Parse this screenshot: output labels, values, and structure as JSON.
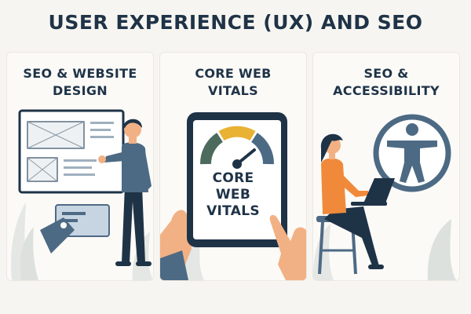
{
  "page": {
    "title": "USER EXPERIENCE (UX) AND SEO"
  },
  "panels": [
    {
      "title_lines": [
        "SEO & WEBSITE",
        "DESIGN"
      ]
    },
    {
      "title_lines": [
        "CORE WEB",
        "VITALS"
      ],
      "screen_text_lines": [
        "CORE",
        "WEB",
        "VITALS"
      ]
    },
    {
      "title_lines": [
        "SEO &",
        "ACCESSIBILITY"
      ]
    }
  ],
  "colors": {
    "navy": "#1f3347",
    "blue_gray": "#4d6a84",
    "light_blue": "#c7d5e2",
    "orange": "#f08a3a",
    "gauge_green": "#4c6b5d",
    "gauge_yellow": "#e9b234",
    "skin": "#f2b184",
    "leaf": "#dfe3df"
  },
  "icons": [
    "wireframe-board-icon",
    "price-tag-icon",
    "gauge-icon",
    "accessibility-icon",
    "laptop-icon"
  ]
}
